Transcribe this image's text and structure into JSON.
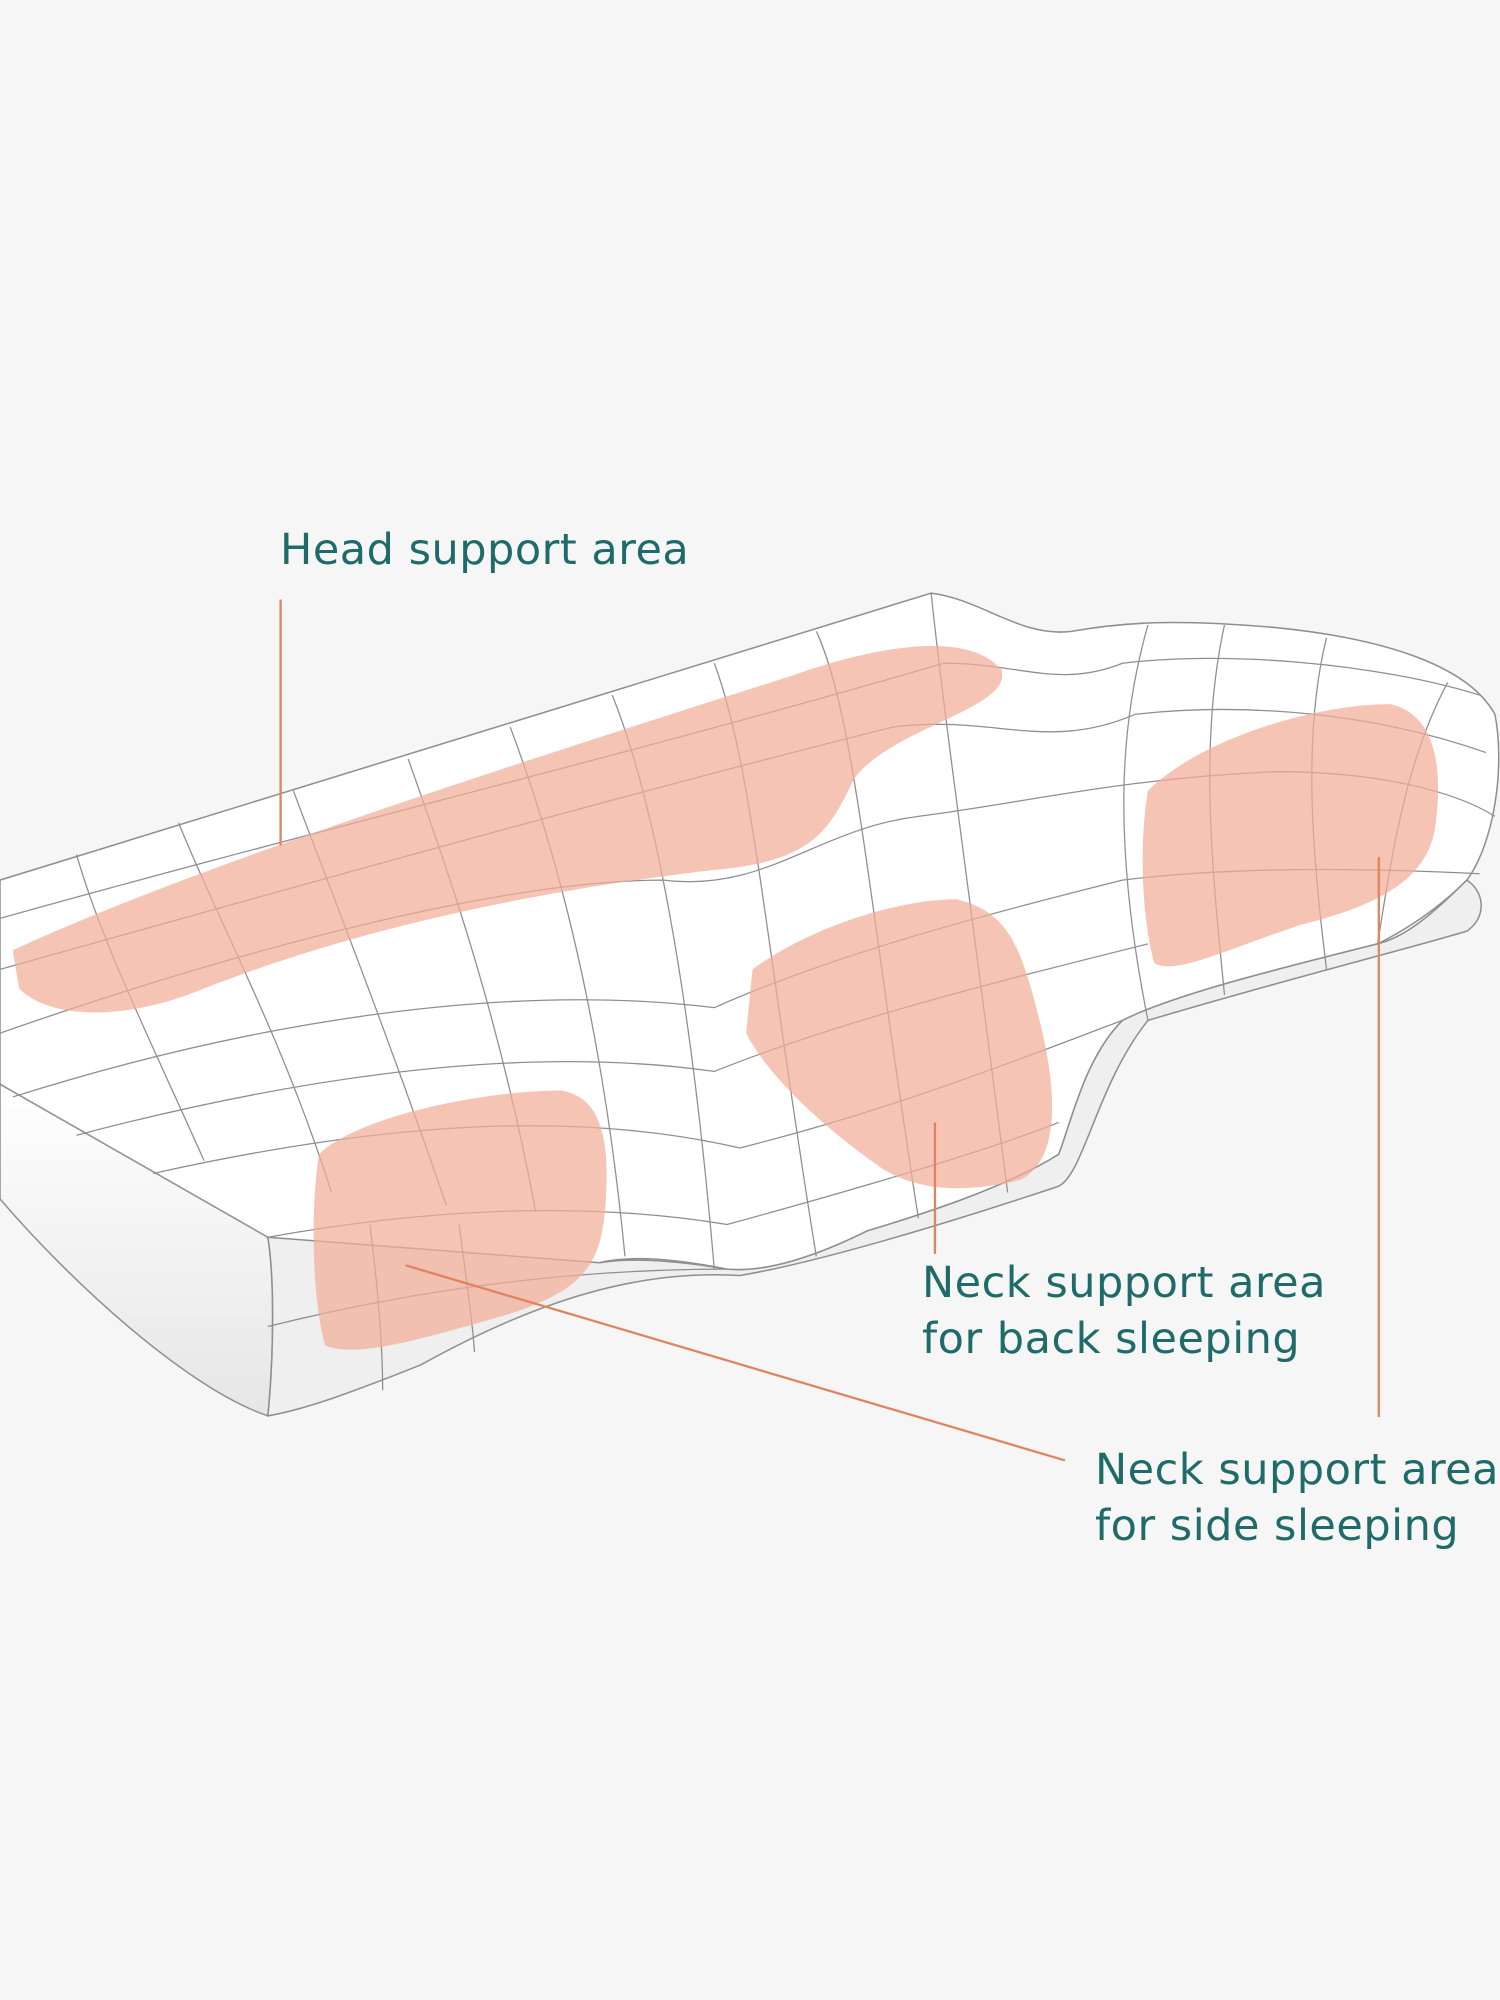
{
  "labels": {
    "head": "Head support area",
    "back": {
      "line1": "Neck support area",
      "line2": "for back sleeping"
    },
    "side": {
      "line1": "Neck support area",
      "line2": "for side sleeping"
    }
  },
  "colors": {
    "background": "#f6f6f6",
    "text": "#1f6b69",
    "leader": "#e0845f",
    "zone": "#f1ad98",
    "grid": "#8f8f8f"
  }
}
